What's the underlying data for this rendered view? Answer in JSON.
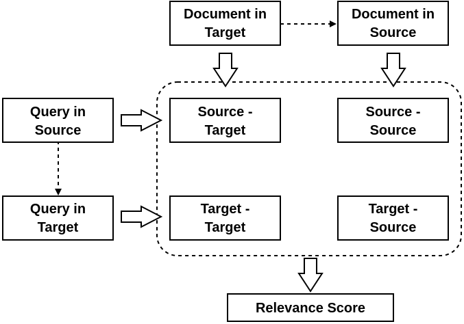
{
  "nodes": {
    "doc_target": {
      "lines": [
        "Document in",
        "Target"
      ]
    },
    "doc_source": {
      "lines": [
        "Document in",
        "Source"
      ]
    },
    "query_source": {
      "lines": [
        "Query in",
        "Source"
      ]
    },
    "query_target": {
      "lines": [
        "Query in",
        "Target"
      ]
    },
    "source_target": {
      "lines": [
        "Source -",
        "Target"
      ]
    },
    "source_source": {
      "lines": [
        "Source -",
        "Source"
      ]
    },
    "target_target": {
      "lines": [
        "Target -",
        "Target"
      ]
    },
    "target_source": {
      "lines": [
        "Target -",
        "Source"
      ]
    },
    "relevance": {
      "lines": [
        "Relevance Score"
      ]
    }
  }
}
